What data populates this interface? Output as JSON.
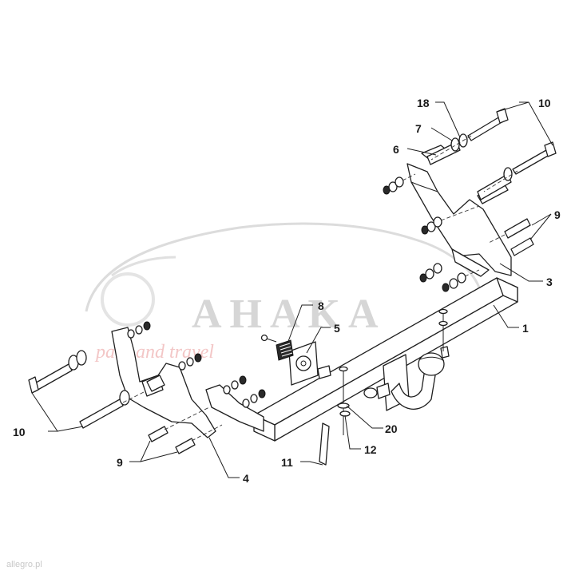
{
  "watermark": {
    "brand": "AHAKA",
    "tagline": "park and travel"
  },
  "footer": {
    "marketplace": "allegro.pl"
  },
  "callouts": {
    "c18": "18",
    "c10_top": "10",
    "c7": "7",
    "c6": "6",
    "c9_right": "9",
    "c3": "3",
    "c1": "1",
    "c8": "8",
    "c5": "5",
    "c10_left": "10",
    "c9_left": "9",
    "c4": "4",
    "c11": "11",
    "c12": "12",
    "c20": "20"
  }
}
